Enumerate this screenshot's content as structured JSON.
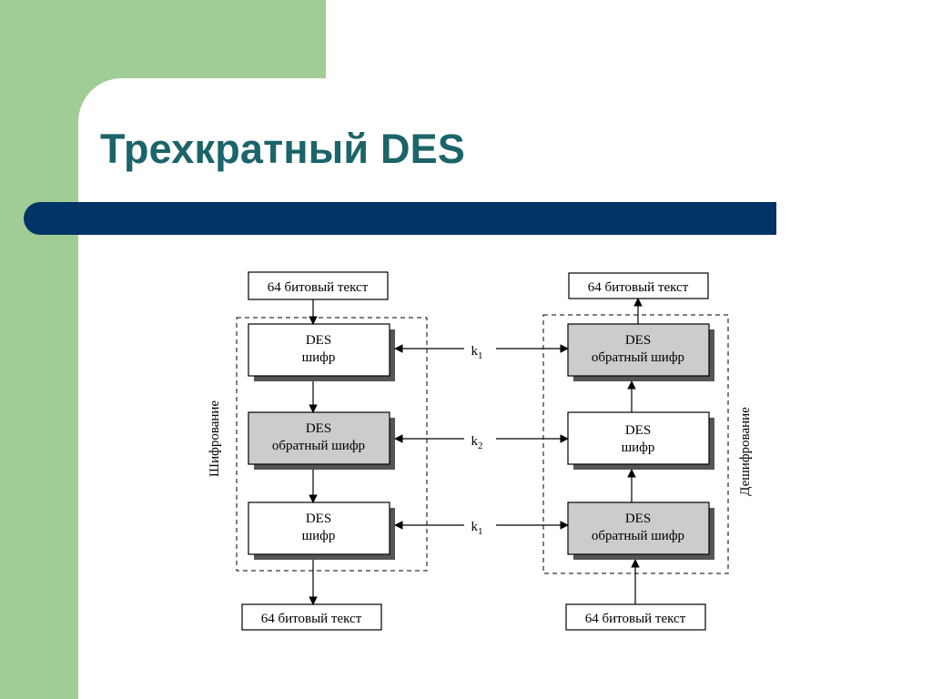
{
  "slide": {
    "title": "Трехкратный DES"
  },
  "colors": {
    "green": "#a0cd95",
    "title": "#1b6469",
    "bar": "#003366",
    "gray_box": "#cccccc"
  },
  "diagram": {
    "enc": {
      "top_text": "64 битовый текст",
      "bottom_text": "64 битовый текст",
      "side_label": "Шифрование",
      "boxes": [
        {
          "line1": "DES",
          "line2": "шифр"
        },
        {
          "line1": "DES",
          "line2": "обратный шифр"
        },
        {
          "line1": "DES",
          "line2": "шифр"
        }
      ]
    },
    "dec": {
      "top_text": "64 битовый текст",
      "bottom_text": "64 битовый текст",
      "side_label": "Дешифрование",
      "boxes": [
        {
          "line1": "DES",
          "line2": "обратный шифр"
        },
        {
          "line1": "DES",
          "line2": "шифр"
        },
        {
          "line1": "DES",
          "line2": "обратный шифр"
        }
      ]
    },
    "keys": [
      {
        "name": "k",
        "sub": "1"
      },
      {
        "name": "k",
        "sub": "2"
      },
      {
        "name": "k",
        "sub": "1"
      }
    ]
  }
}
